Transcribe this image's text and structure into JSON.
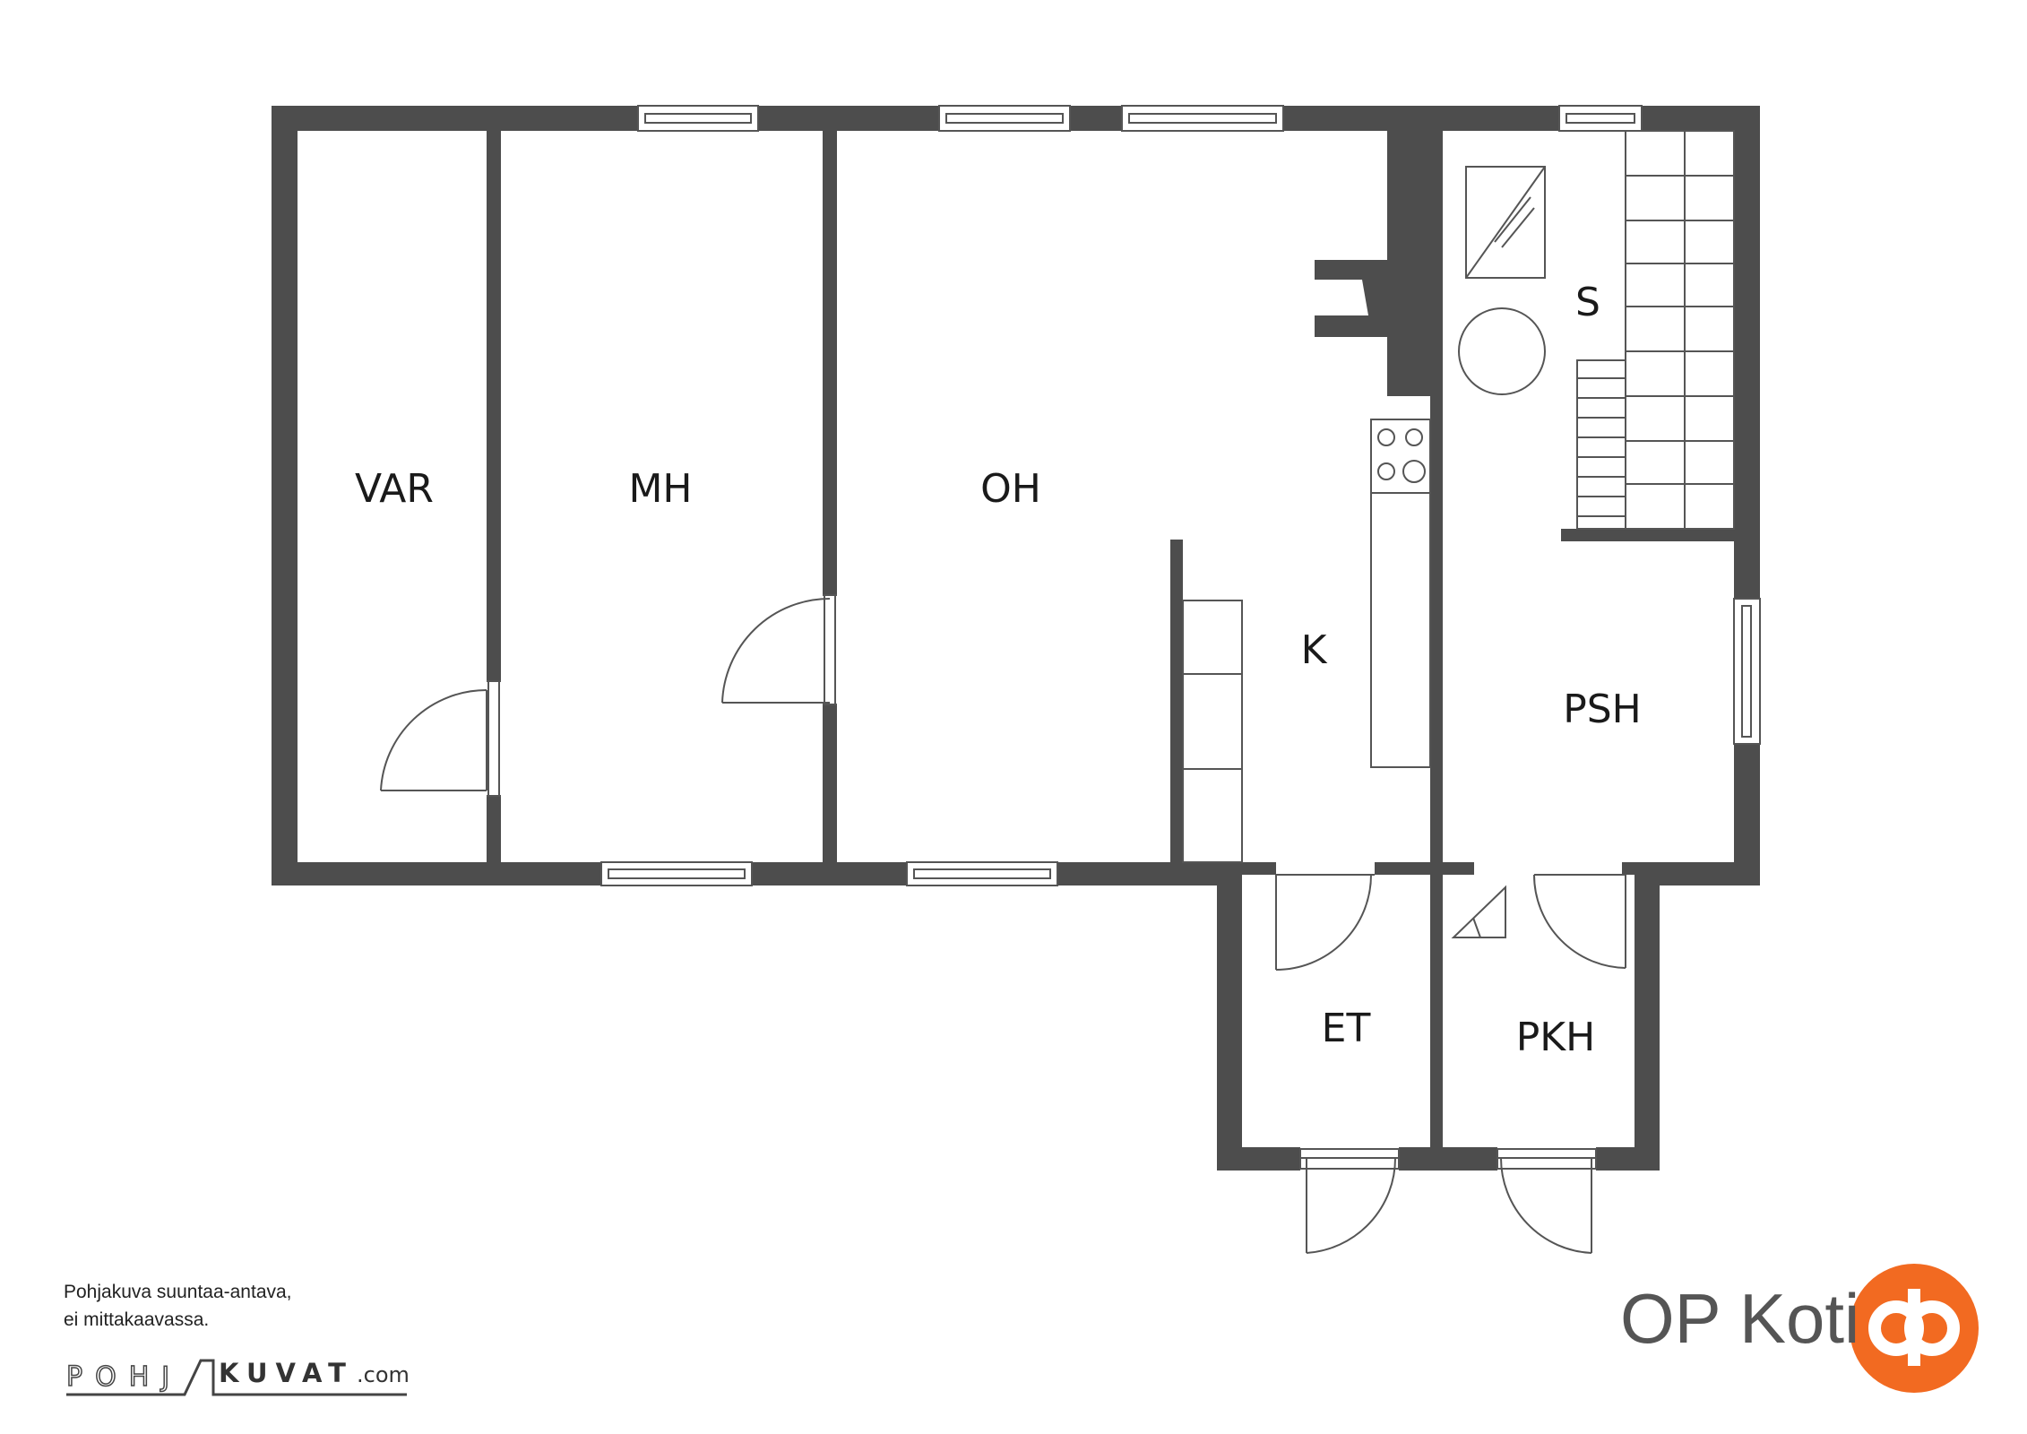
{
  "rooms": {
    "var": "VAR",
    "mh": "MH",
    "oh": "OH",
    "k": "K",
    "s": "S",
    "psh": "PSH",
    "et": "ET",
    "pkh": "PKH"
  },
  "disclaimer": {
    "line1": "Pohjakuva suuntaa-antava,",
    "line2": "ei mittakaavassa."
  },
  "watermark": {
    "part1": "POHJ",
    "part2": "KUVAT",
    "suffix": ".com"
  },
  "brand": {
    "name": "OP Koti",
    "logo_color": "#f26a21"
  },
  "colors": {
    "wall": "#4d4d4d",
    "line": "#555555"
  }
}
